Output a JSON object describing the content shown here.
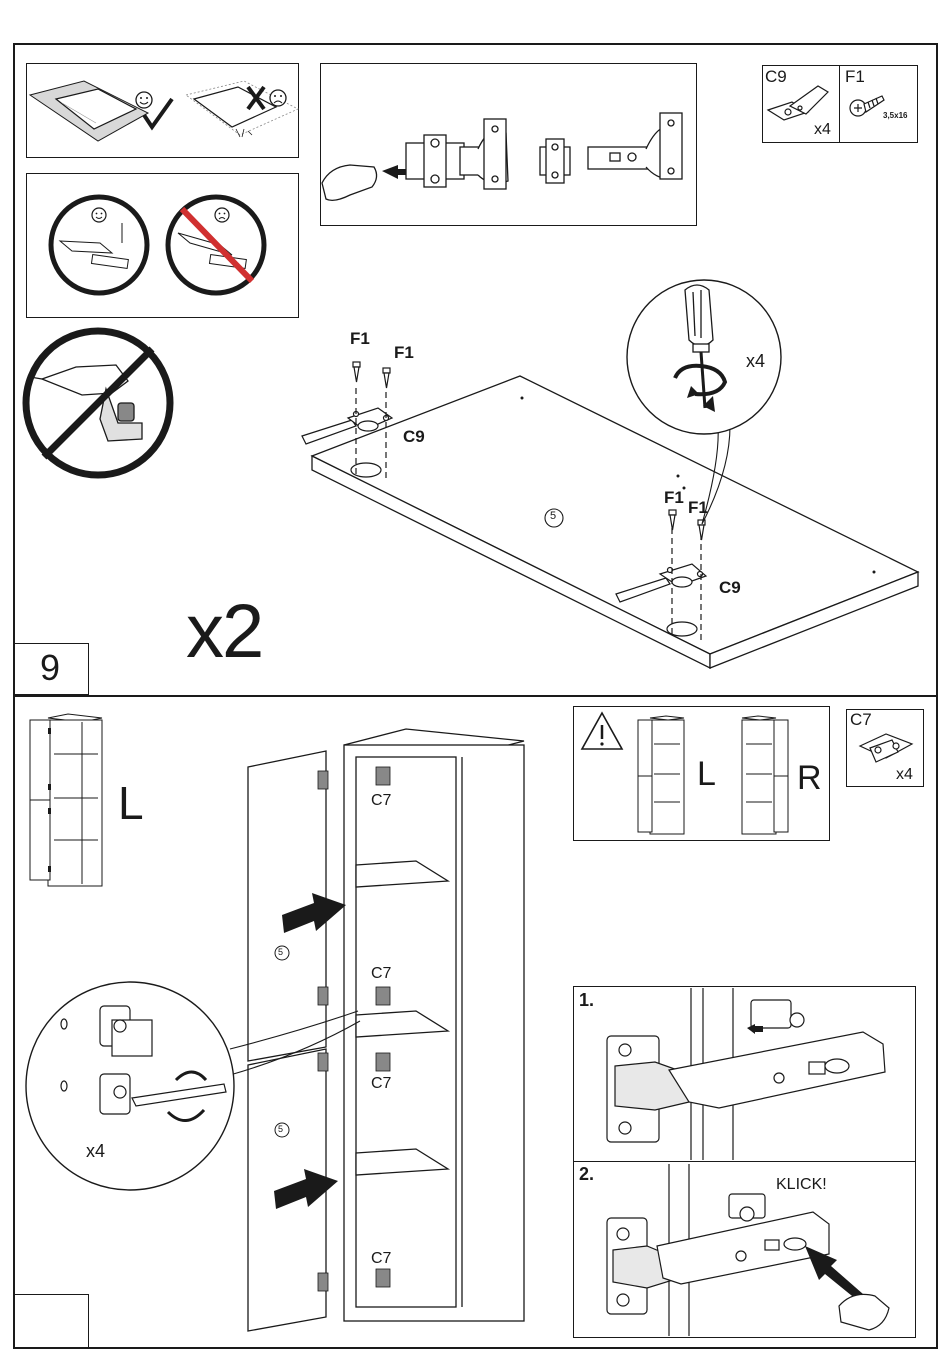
{
  "step": {
    "number": "9",
    "multiplier": "x2"
  },
  "top_parts": {
    "c9": {
      "code": "C9",
      "qty": "x4"
    },
    "f1": {
      "code": "F1",
      "size": "3,5x16"
    }
  },
  "top_labels": {
    "f1": "F1",
    "c9": "C9",
    "screwdriver_qty": "x4",
    "panel_number": "5"
  },
  "bottom_parts": {
    "c7": {
      "code": "C7",
      "qty": "x4"
    }
  },
  "bottom_labels": {
    "left_side": "L",
    "warning_left": "L",
    "warning_right": "R",
    "hinge": "C7",
    "panel_number": "5",
    "detail_qty": "x4",
    "step1": "1.",
    "step2": "2.",
    "klick": "KLICK!"
  },
  "icons": {
    "happy": "smiley-face-icon",
    "sad": "sad-face-icon",
    "warning": "warning-triangle-icon",
    "no_drill": "no-power-drill-icon"
  }
}
